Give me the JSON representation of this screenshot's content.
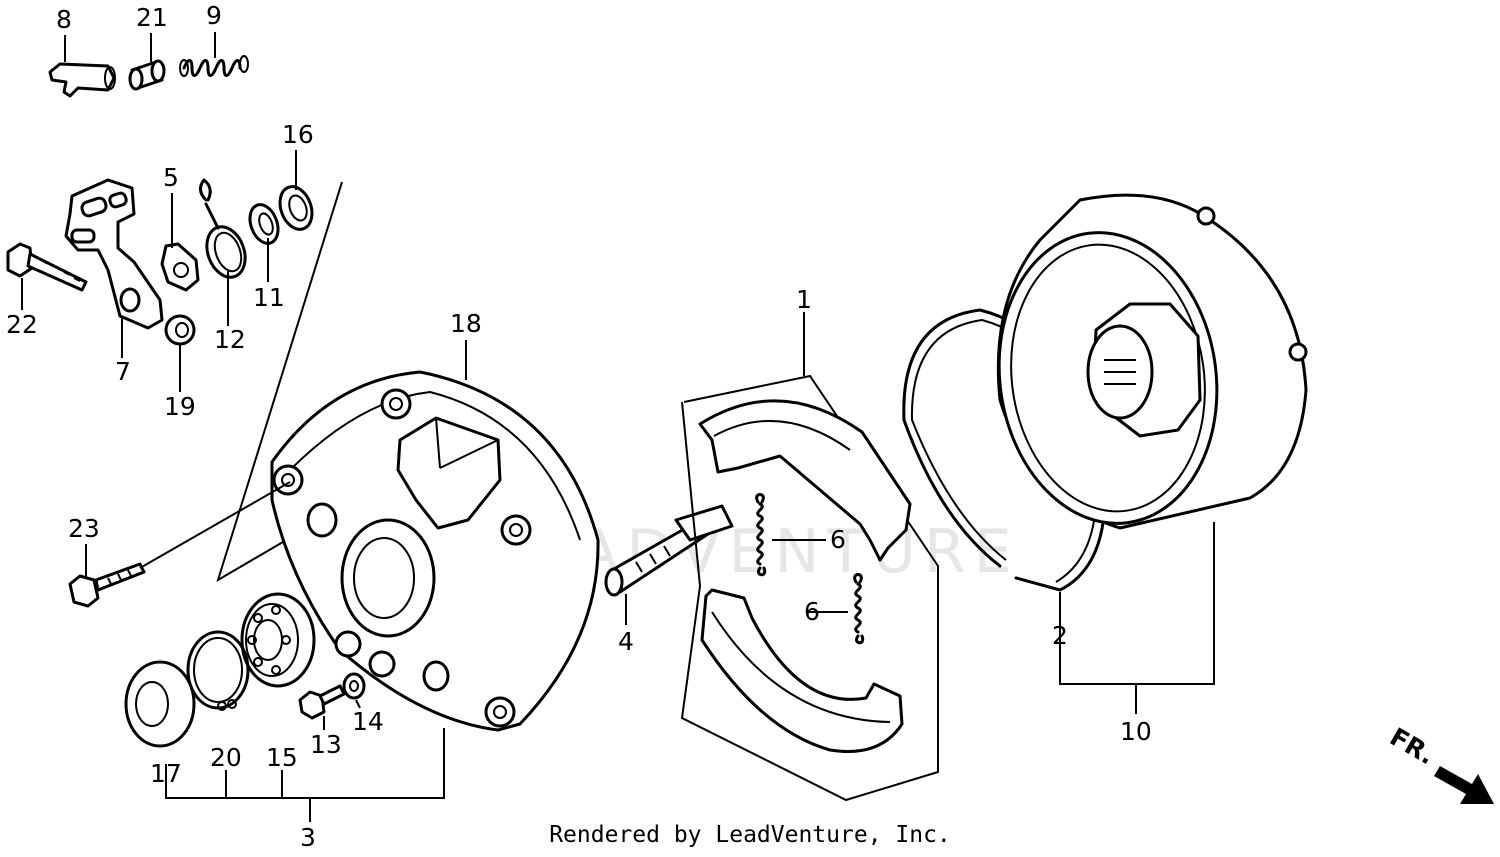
{
  "watermark": "LEADVENTURE",
  "footer": "Rendered by LeadVenture, Inc.",
  "direction_label": "FR.",
  "callouts": {
    "p1": "1",
    "p2": "2",
    "p3": "3",
    "p4": "4",
    "p5": "5",
    "p6a": "6",
    "p6b": "6",
    "p7": "7",
    "p8": "8",
    "p9": "9",
    "p10": "10",
    "p11": "11",
    "p12": "12",
    "p13": "13",
    "p14": "14",
    "p15": "15",
    "p16": "16",
    "p17": "17",
    "p18": "18",
    "p19": "19",
    "p20": "20",
    "p21": "21",
    "p22": "22",
    "p23": "23"
  }
}
